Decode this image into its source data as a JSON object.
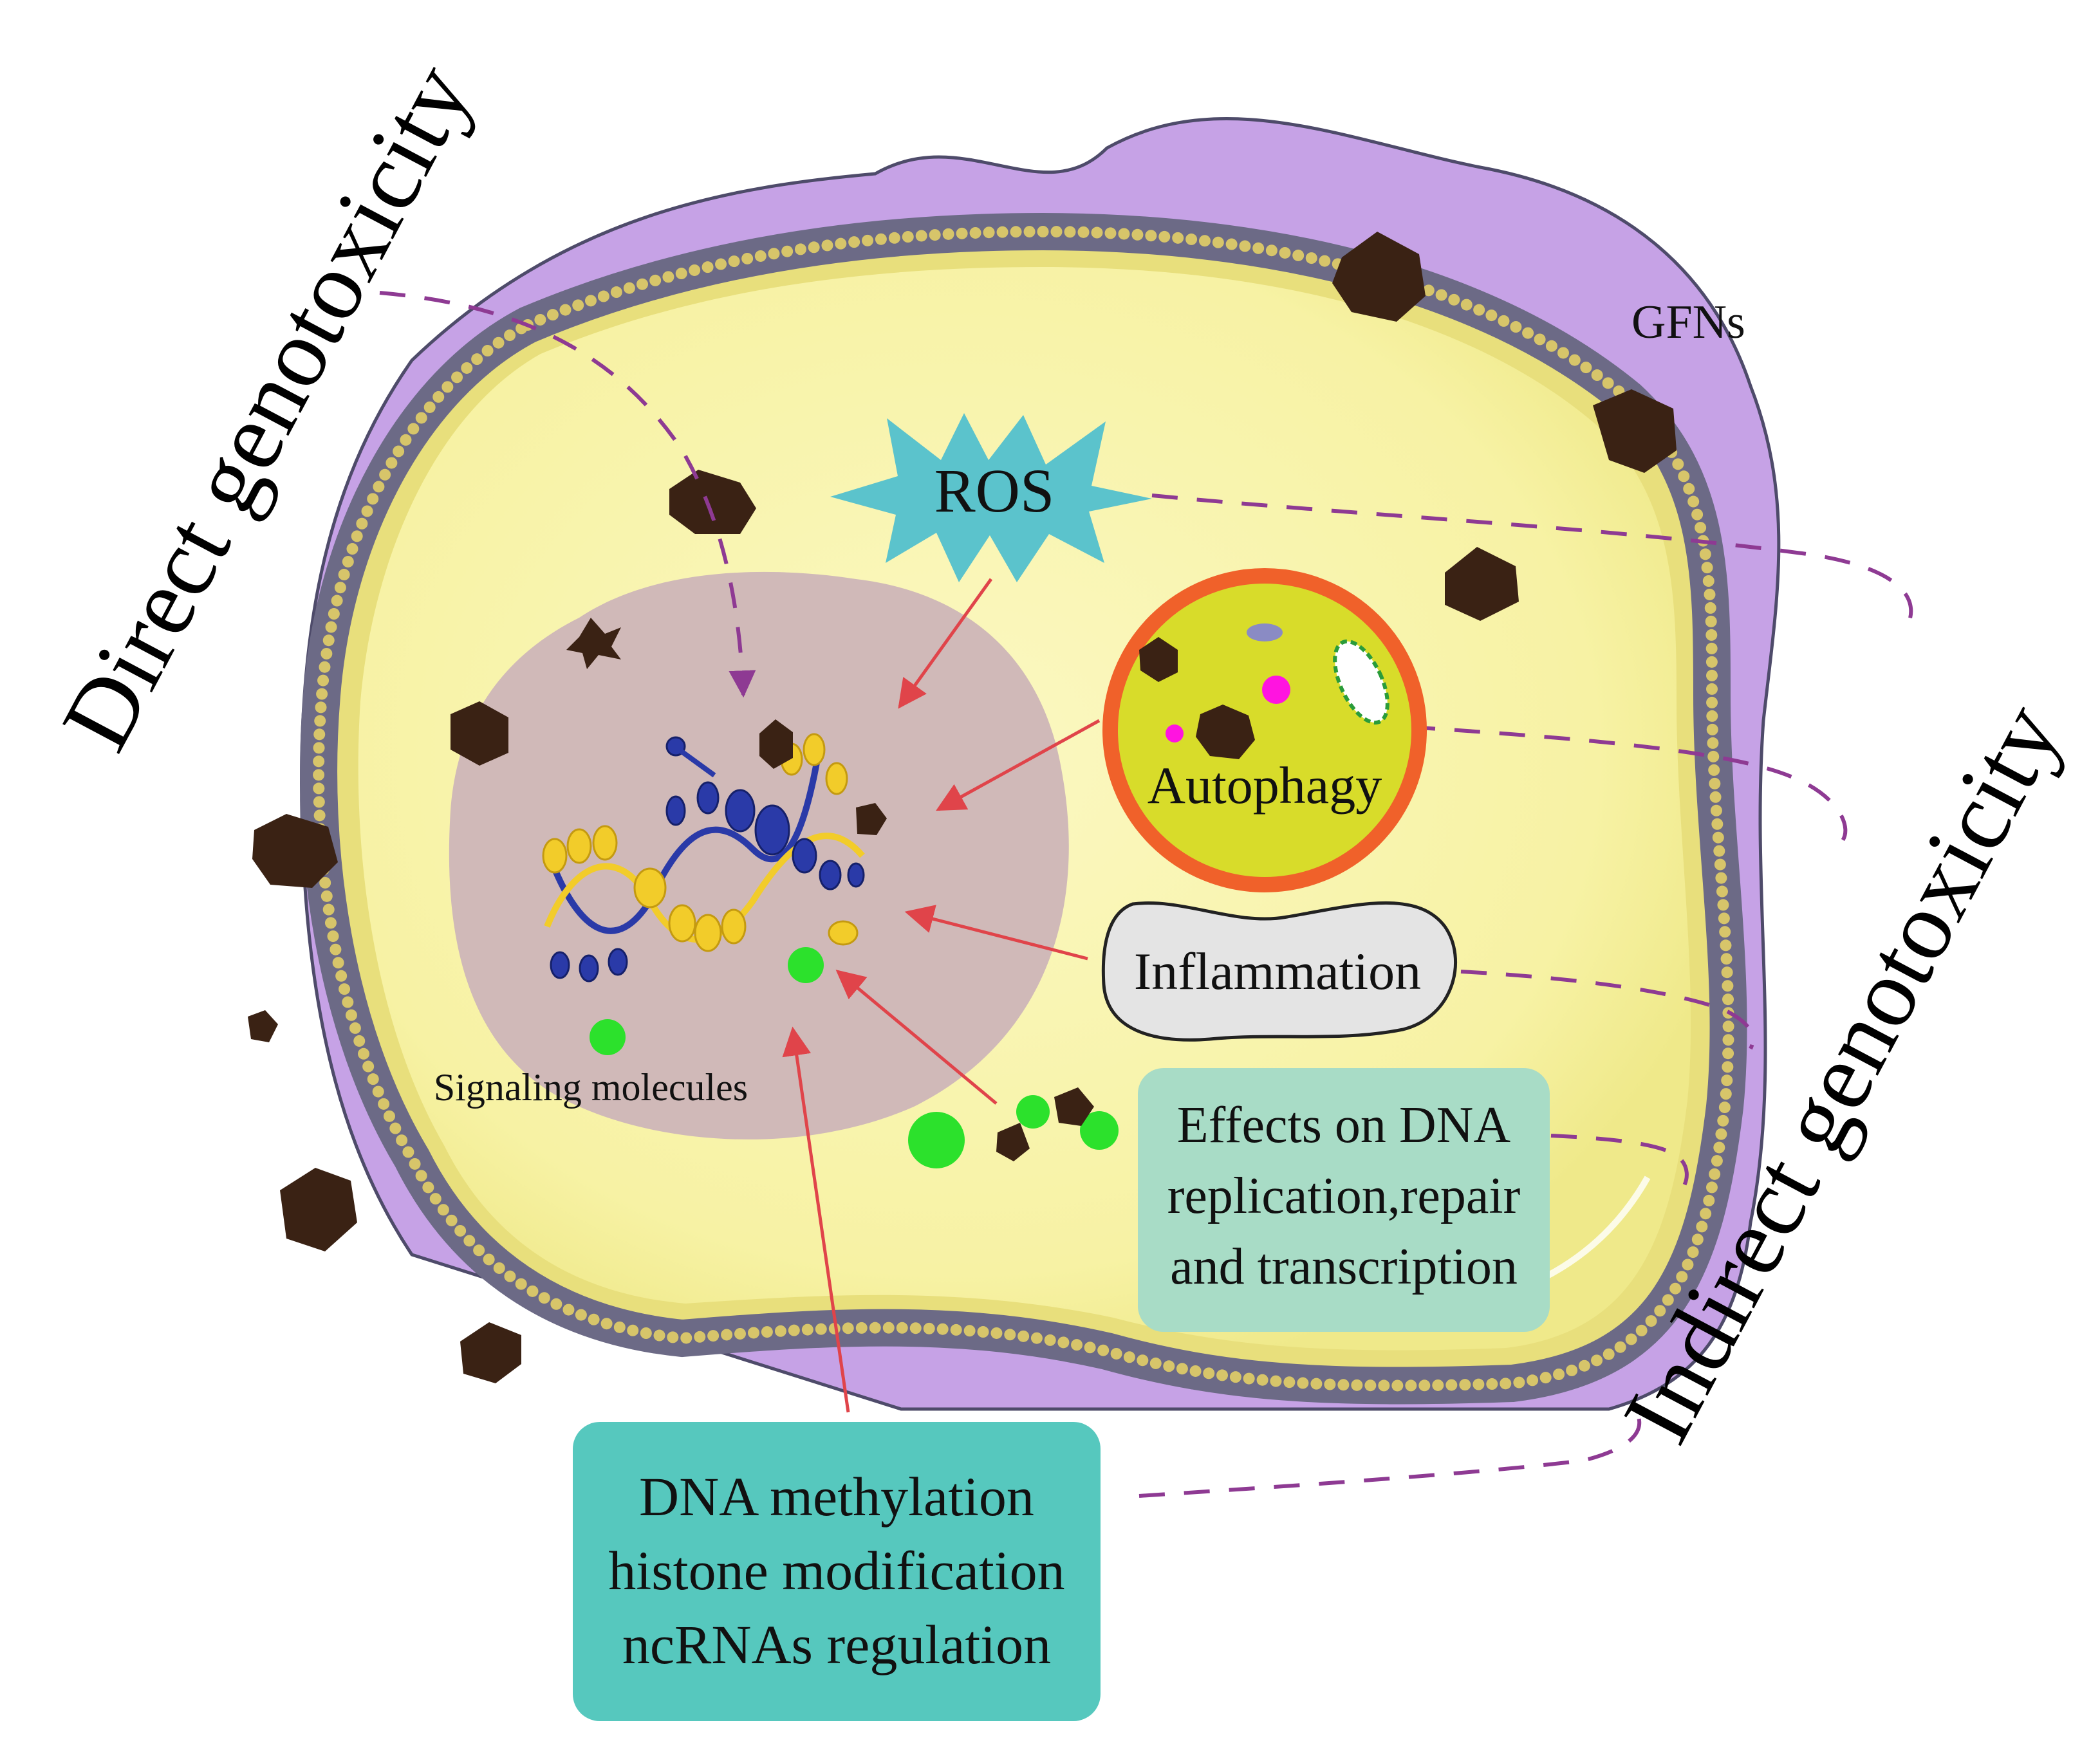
{
  "labels": {
    "direct": "Direct genotoxicity",
    "indirect": "Indirect genotoxicity",
    "gfns": "GFNs",
    "ros": "ROS",
    "autophagy": "Autophagy",
    "inflammation": "Inflammation",
    "signaling": "Signaling molecules",
    "effects": [
      "Effects on DNA",
      "replication,repair",
      "and transcription"
    ],
    "epigenetic": [
      "DNA methylation",
      "histone modification",
      "ncRNAs regulation"
    ]
  },
  "colors": {
    "cytoplasm": "#f7f3a6",
    "cytoplasm_edge": "#e9e27a",
    "outer_membrane": "#c6a2e6",
    "membrane_bead": "#d7c56a",
    "membrane_band": "#6c6a86",
    "nucleus": "#d0b9b8",
    "ros_star": "#5bc3cc",
    "autophagy_fill": "#d8dc2a",
    "autophagy_ring": "#f0612a",
    "inflammation_fill": "#e4e4e4",
    "effects_box": "#a8dcc6",
    "epigenetic_box": "#56c8be",
    "arrow_red": "#e0444a",
    "dashed_purple": "#8e3a93",
    "particle": "#3a2214",
    "signal_green": "#2ce12c",
    "dna_gold": "#f2cc2a",
    "dna_blue": "#2a3aa8",
    "magenta": "#ff14e0"
  }
}
